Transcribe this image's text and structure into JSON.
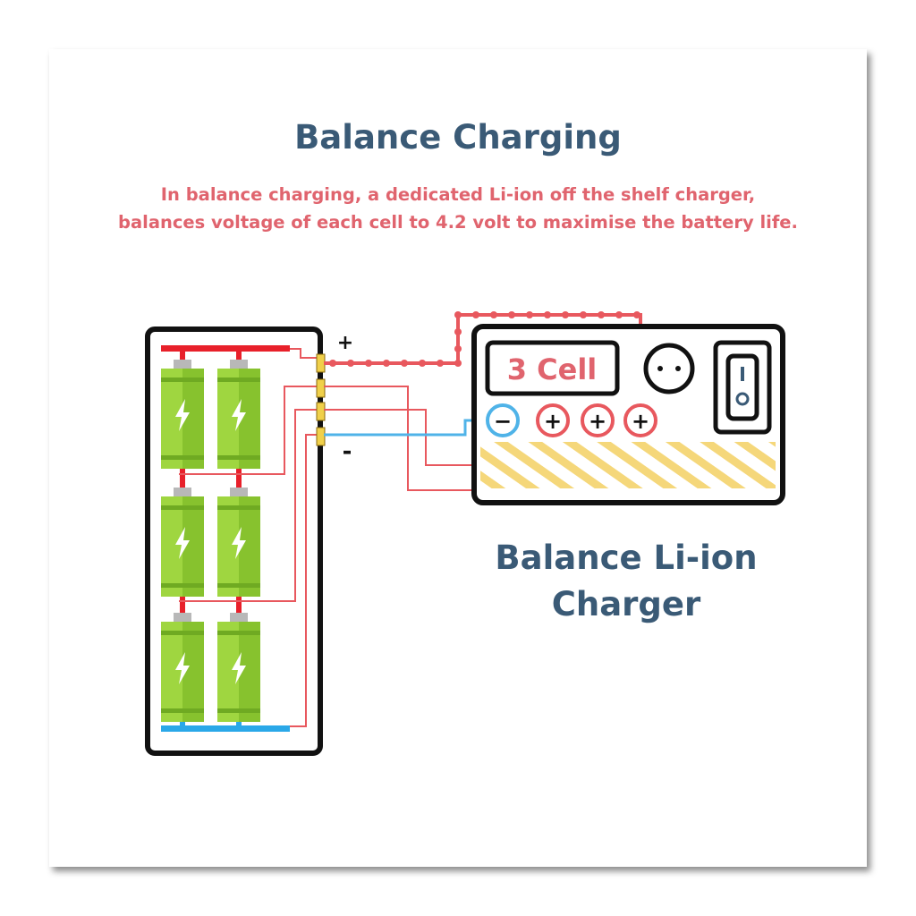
{
  "title": "Balance Charging",
  "subtitle": {
    "line1": "In balance charging, a dedicated Li-ion off the shelf charger,",
    "line2": "balances voltage of each cell to 4.2 volt to maximise the battery life."
  },
  "battery_pack": {
    "positive_label": "+",
    "negative_label": "-",
    "cells_series": 3,
    "cells_parallel": 2
  },
  "charger": {
    "display_text": "3 Cell",
    "terminals": [
      "−",
      "+",
      "+",
      "+"
    ],
    "label_line1": "Balance Li-ion",
    "label_line2": "Charger"
  },
  "colors": {
    "title": "#3a5a76",
    "subtitle": "#e0646e",
    "red_wire": "#e8585e",
    "blue_wire": "#4fb3e8",
    "cell_green": "#9fd640",
    "bus_red": "#e8202a",
    "bus_blue": "#2aa8e8",
    "stripes": "#f5d77a"
  }
}
